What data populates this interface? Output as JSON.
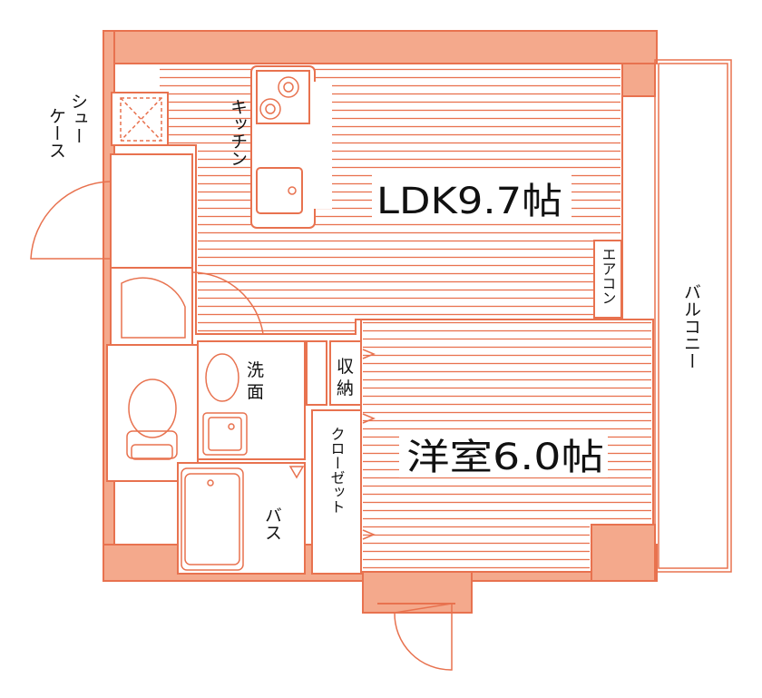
{
  "rooms": {
    "ldk": "LDK9.7帖",
    "western": "洋室6.0帖"
  },
  "labels": {
    "kitchen": "キッチン",
    "shoes_case_line1": "シュー",
    "shoes_case_line2": "ケース",
    "aircon": "エアコン",
    "balcony": "バルコニー",
    "washroom_line1": "洗",
    "washroom_line2": "面",
    "storage_line1": "収",
    "storage_line2": "納",
    "closet": "クローゼット",
    "bath": "バス"
  },
  "colors": {
    "wall_fill": "#F4A98C",
    "wall_stroke": "#E8724F",
    "floor_lines": "#E8724F"
  }
}
